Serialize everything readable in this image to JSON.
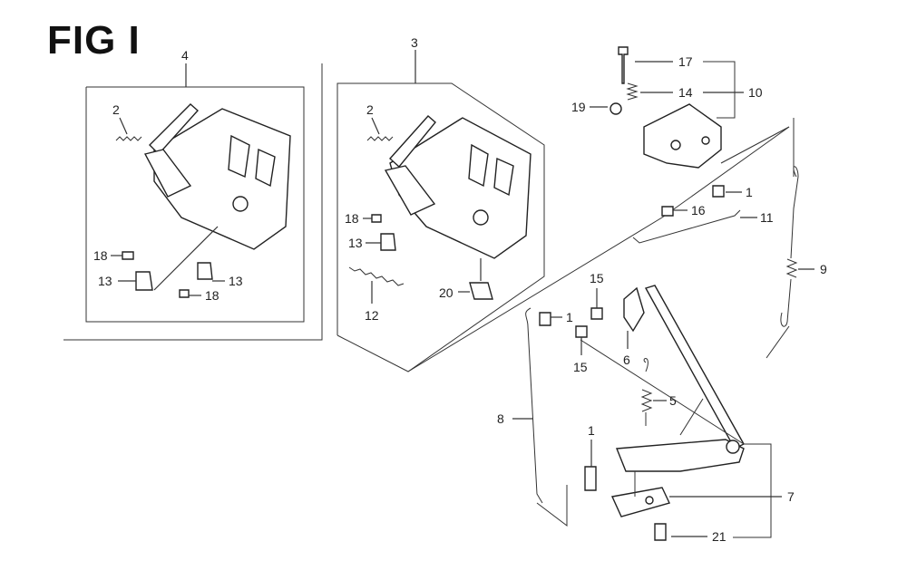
{
  "figure": {
    "title": "FIG I"
  },
  "callouts": [
    {
      "id": "c4",
      "text": "4"
    },
    {
      "id": "c3",
      "text": "3"
    },
    {
      "id": "c2a",
      "text": "2"
    },
    {
      "id": "c2b",
      "text": "2"
    },
    {
      "id": "c18a",
      "text": "18"
    },
    {
      "id": "c13a",
      "text": "13"
    },
    {
      "id": "c13b",
      "text": "13"
    },
    {
      "id": "c18b",
      "text": "18"
    },
    {
      "id": "c18c",
      "text": "18"
    },
    {
      "id": "c13c",
      "text": "13"
    },
    {
      "id": "c12",
      "text": "12"
    },
    {
      "id": "c20",
      "text": "20"
    },
    {
      "id": "c17",
      "text": "17"
    },
    {
      "id": "c14",
      "text": "14"
    },
    {
      "id": "c10",
      "text": "10"
    },
    {
      "id": "c19",
      "text": "19"
    },
    {
      "id": "c1a",
      "text": "1"
    },
    {
      "id": "c16",
      "text": "16"
    },
    {
      "id": "c11",
      "text": "11"
    },
    {
      "id": "c9",
      "text": "9"
    },
    {
      "id": "c15a",
      "text": "15"
    },
    {
      "id": "c1b",
      "text": "1"
    },
    {
      "id": "c15b",
      "text": "15"
    },
    {
      "id": "c6",
      "text": "6"
    },
    {
      "id": "c8",
      "text": "8"
    },
    {
      "id": "c5",
      "text": "5"
    },
    {
      "id": "c1c",
      "text": "1"
    },
    {
      "id": "c7",
      "text": "7"
    },
    {
      "id": "c21",
      "text": "21"
    }
  ]
}
